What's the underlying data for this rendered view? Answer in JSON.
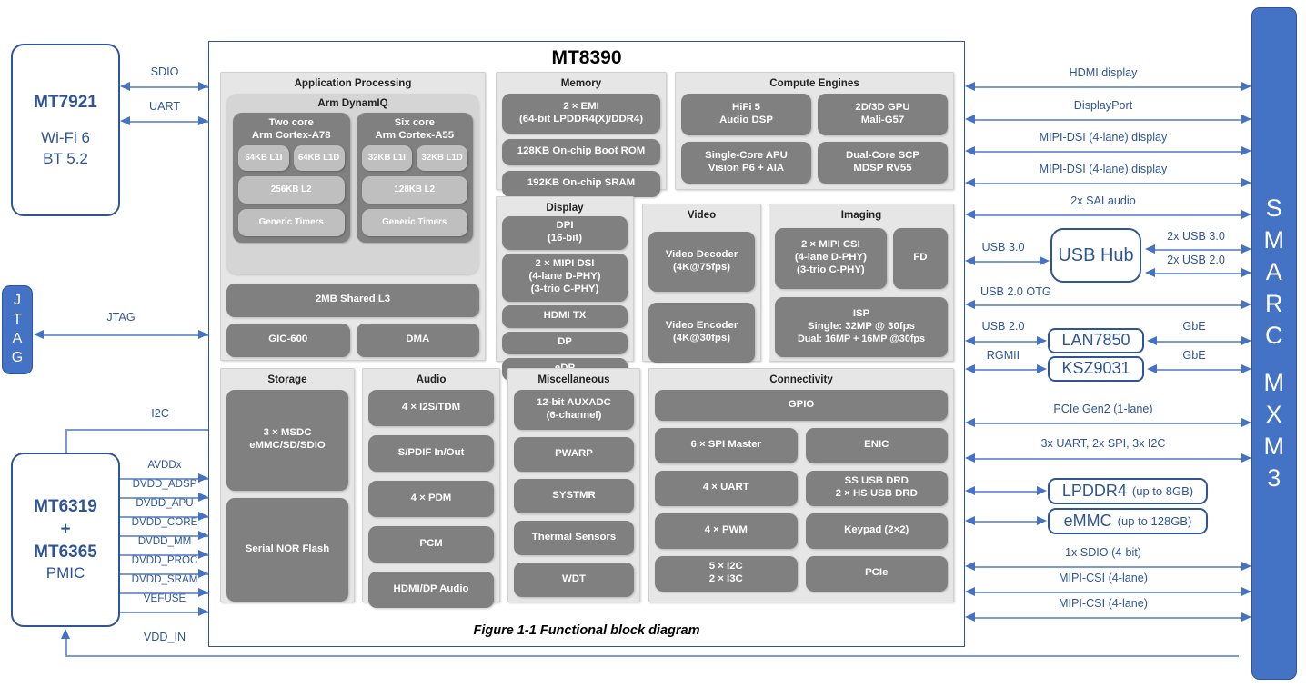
{
  "soc": {
    "title": "MT8390",
    "caption": "Figure 1-1 Functional block diagram",
    "groups": {
      "application_processing": {
        "title": "Application Processing",
        "dynamiq": {
          "title": "Arm DynamIQ",
          "clusters": [
            {
              "title": "Two core\nArm Cortex-A78",
              "title_line1": "Two core",
              "title_line2": "Arm Cortex-A78",
              "l1i": "64KB L1I",
              "l1d": "64KB L1D",
              "l2": "256KB L2",
              "timers": "Generic Timers"
            },
            {
              "title": "Six core\nArm Cortex-A55",
              "title_line1": "Six core",
              "title_line2": "Arm Cortex-A55",
              "l1i": "32KB L1I",
              "l1d": "32KB L1D",
              "l2": "128KB L2",
              "timers": "Generic Timers"
            }
          ]
        },
        "l3": "2MB Shared L3",
        "gic": "GIC-600",
        "dma": "DMA"
      },
      "memory": {
        "title": "Memory",
        "blocks": [
          "2 × EMI\n(64-bit LPDDR4(X)/DDR4)",
          "128KB On-chip Boot ROM",
          "192KB On-chip SRAM"
        ],
        "emi_line1": "2 × EMI",
        "emi_line2": "(64-bit LPDDR4(X)/DDR4)",
        "bootrom": "128KB On-chip Boot ROM",
        "sram": "192KB On-chip SRAM"
      },
      "compute_engines": {
        "title": "Compute Engines",
        "hifi_line1": "HiFi 5",
        "hifi_line2": "Audio DSP",
        "gpu_line1": "2D/3D GPU",
        "gpu_line2": "Mali-G57",
        "apu_line1": "Single-Core APU",
        "apu_line2": "Vision P6 + AIA",
        "scp_line1": "Dual-Core SCP",
        "scp_line2": "MDSP RV55"
      },
      "display": {
        "title": "Display",
        "dpi_line1": "DPI",
        "dpi_line2": "(16-bit)",
        "dsi_line1": "2 × MIPI DSI",
        "dsi_line2": "(4-lane D-PHY)",
        "dsi_line3": "(3-trio C-PHY)",
        "hdmitx": "HDMI TX",
        "dp": "DP",
        "edp": "eDP"
      },
      "video": {
        "title": "Video",
        "dec_line1": "Video Decoder",
        "dec_line2": "(4K@75fps)",
        "enc_line1": "Video Encoder",
        "enc_line2": "(4K@30fps)"
      },
      "imaging": {
        "title": "Imaging",
        "csi_line1": "2 × MIPI CSI",
        "csi_line2": "(4-lane D-PHY)",
        "csi_line3": "(3-trio C-PHY)",
        "fd": "FD",
        "isp_line1": "ISP",
        "isp_line2": "Single: 32MP @ 30fps",
        "isp_line3": "Dual: 16MP + 16MP @30fps"
      },
      "storage": {
        "title": "Storage",
        "msdc_line1": "3 × MSDC",
        "msdc_line2": "eMMC/SD/SDIO",
        "nor": "Serial NOR Flash"
      },
      "audio": {
        "title": "Audio",
        "blocks": [
          "4 × I2S/TDM",
          "S/PDIF In/Out",
          "4 × PDM",
          "PCM",
          "HDMI/DP Audio"
        ]
      },
      "miscellaneous": {
        "title": "Miscellaneous",
        "auxadc_line1": "12-bit AUXADC",
        "auxadc_line2": "(6-channel)",
        "blocks": [
          "PWARP",
          "SYSTMR",
          "Thermal Sensors",
          "WDT"
        ]
      },
      "connectivity": {
        "title": "Connectivity",
        "gpio": "GPIO",
        "spi": "6 × SPI Master",
        "enic": "ENIC",
        "uart": "4 × UART",
        "usbdrd_line1": "SS USB DRD",
        "usbdrd_line2": "2 × HS USB DRD",
        "pwm": "4 × PWM",
        "keypad": "Keypad (2×2)",
        "i2c_line1": "5 × I2C",
        "i2c_line2": "2 × I3C",
        "pcie": "PCIe"
      }
    }
  },
  "left": {
    "mt7921": {
      "line1": "MT7921",
      "line2": "Wi-Fi 6",
      "line3": "BT 5.2"
    },
    "mt7921_links": [
      "SDIO",
      "UART"
    ],
    "jtag_tab": {
      "l1": "J",
      "l2": "T",
      "l3": "A",
      "l4": "G"
    },
    "jtag_label": "JTAG",
    "i2c_label": "I2C",
    "pmic": {
      "line1": "MT6319",
      "line2": "+",
      "line3": "MT6365",
      "line4": "PMIC"
    },
    "pmic_rails": [
      "AVDDx",
      "DVDD_ADSP",
      "DVDD_APU",
      "DVDD_CORE",
      "DVDD_MM",
      "DVDD_PROC",
      "DVDD_SRAM",
      "VEFUSE"
    ],
    "vdd_in": "VDD_IN"
  },
  "right": {
    "smarc": {
      "word1": "SMARC",
      "word2": "MXM3",
      "letters1": [
        "S",
        "M",
        "A",
        "R",
        "C"
      ],
      "letters2": [
        "M",
        "X",
        "M",
        "3"
      ]
    },
    "full_lines": [
      "HDMI display",
      "DisplayPort",
      "MIPI-DSI (4-lane) display",
      "MIPI-DSI (4-lane) display",
      "2x SAI audio"
    ],
    "usb_hub": {
      "name": "USB Hub",
      "left_label": "USB 3.0",
      "right_top": "2x USB 3.0",
      "right_bottom": "2x USB 2.0"
    },
    "usb_otg": "USB 2.0 OTG",
    "lan7850": {
      "name": "LAN7850",
      "left_label": "USB 2.0",
      "right_label": "GbE"
    },
    "ksz9031": {
      "name": "KSZ9031",
      "left_label": "RGMII",
      "right_label": "GbE"
    },
    "pcie": "PCIe Gen2 (1-lane)",
    "serial": "3x UART, 2x SPI, 3x I2C",
    "lpddr4": {
      "name": "LPDDR4",
      "suffix": "(up to 8GB)"
    },
    "emmc": {
      "name": "eMMC",
      "suffix": "(up to 128GB)"
    },
    "sdio": "1x SDIO (4-bit)",
    "csi1": "MIPI-CSI (4-lane)",
    "csi2": "MIPI-CSI (4-lane)"
  },
  "colors": {
    "blue": "#2F5597",
    "fill_blue": "#4472C4",
    "line_blue": "#7A9AD6",
    "grey_block": "#808080",
    "grey_panel": "#E6E6E6"
  }
}
